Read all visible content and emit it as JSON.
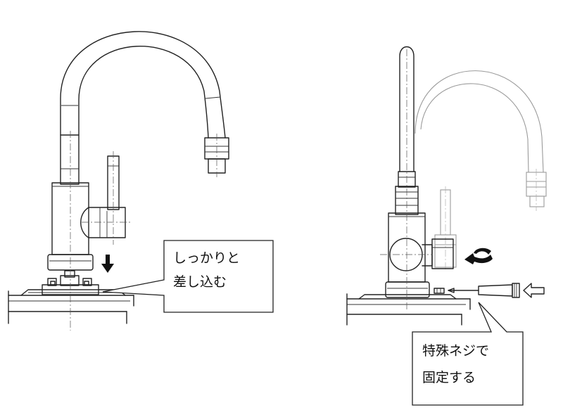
{
  "callouts": {
    "left": {
      "line1": "しっかりと",
      "line2": "差し込む"
    },
    "right": {
      "line1": "特殊ネジで",
      "line2": "固定する"
    }
  },
  "icons": {
    "down_arrow": "down-arrow-icon",
    "rotate_arrow": "rotate-arrow-icon",
    "push_arrow": "push-arrow-icon",
    "screwdriver": "screwdriver-icon"
  },
  "colors": {
    "line": "#222222",
    "ghost": "#9a9a9a",
    "background": "#ffffff"
  }
}
